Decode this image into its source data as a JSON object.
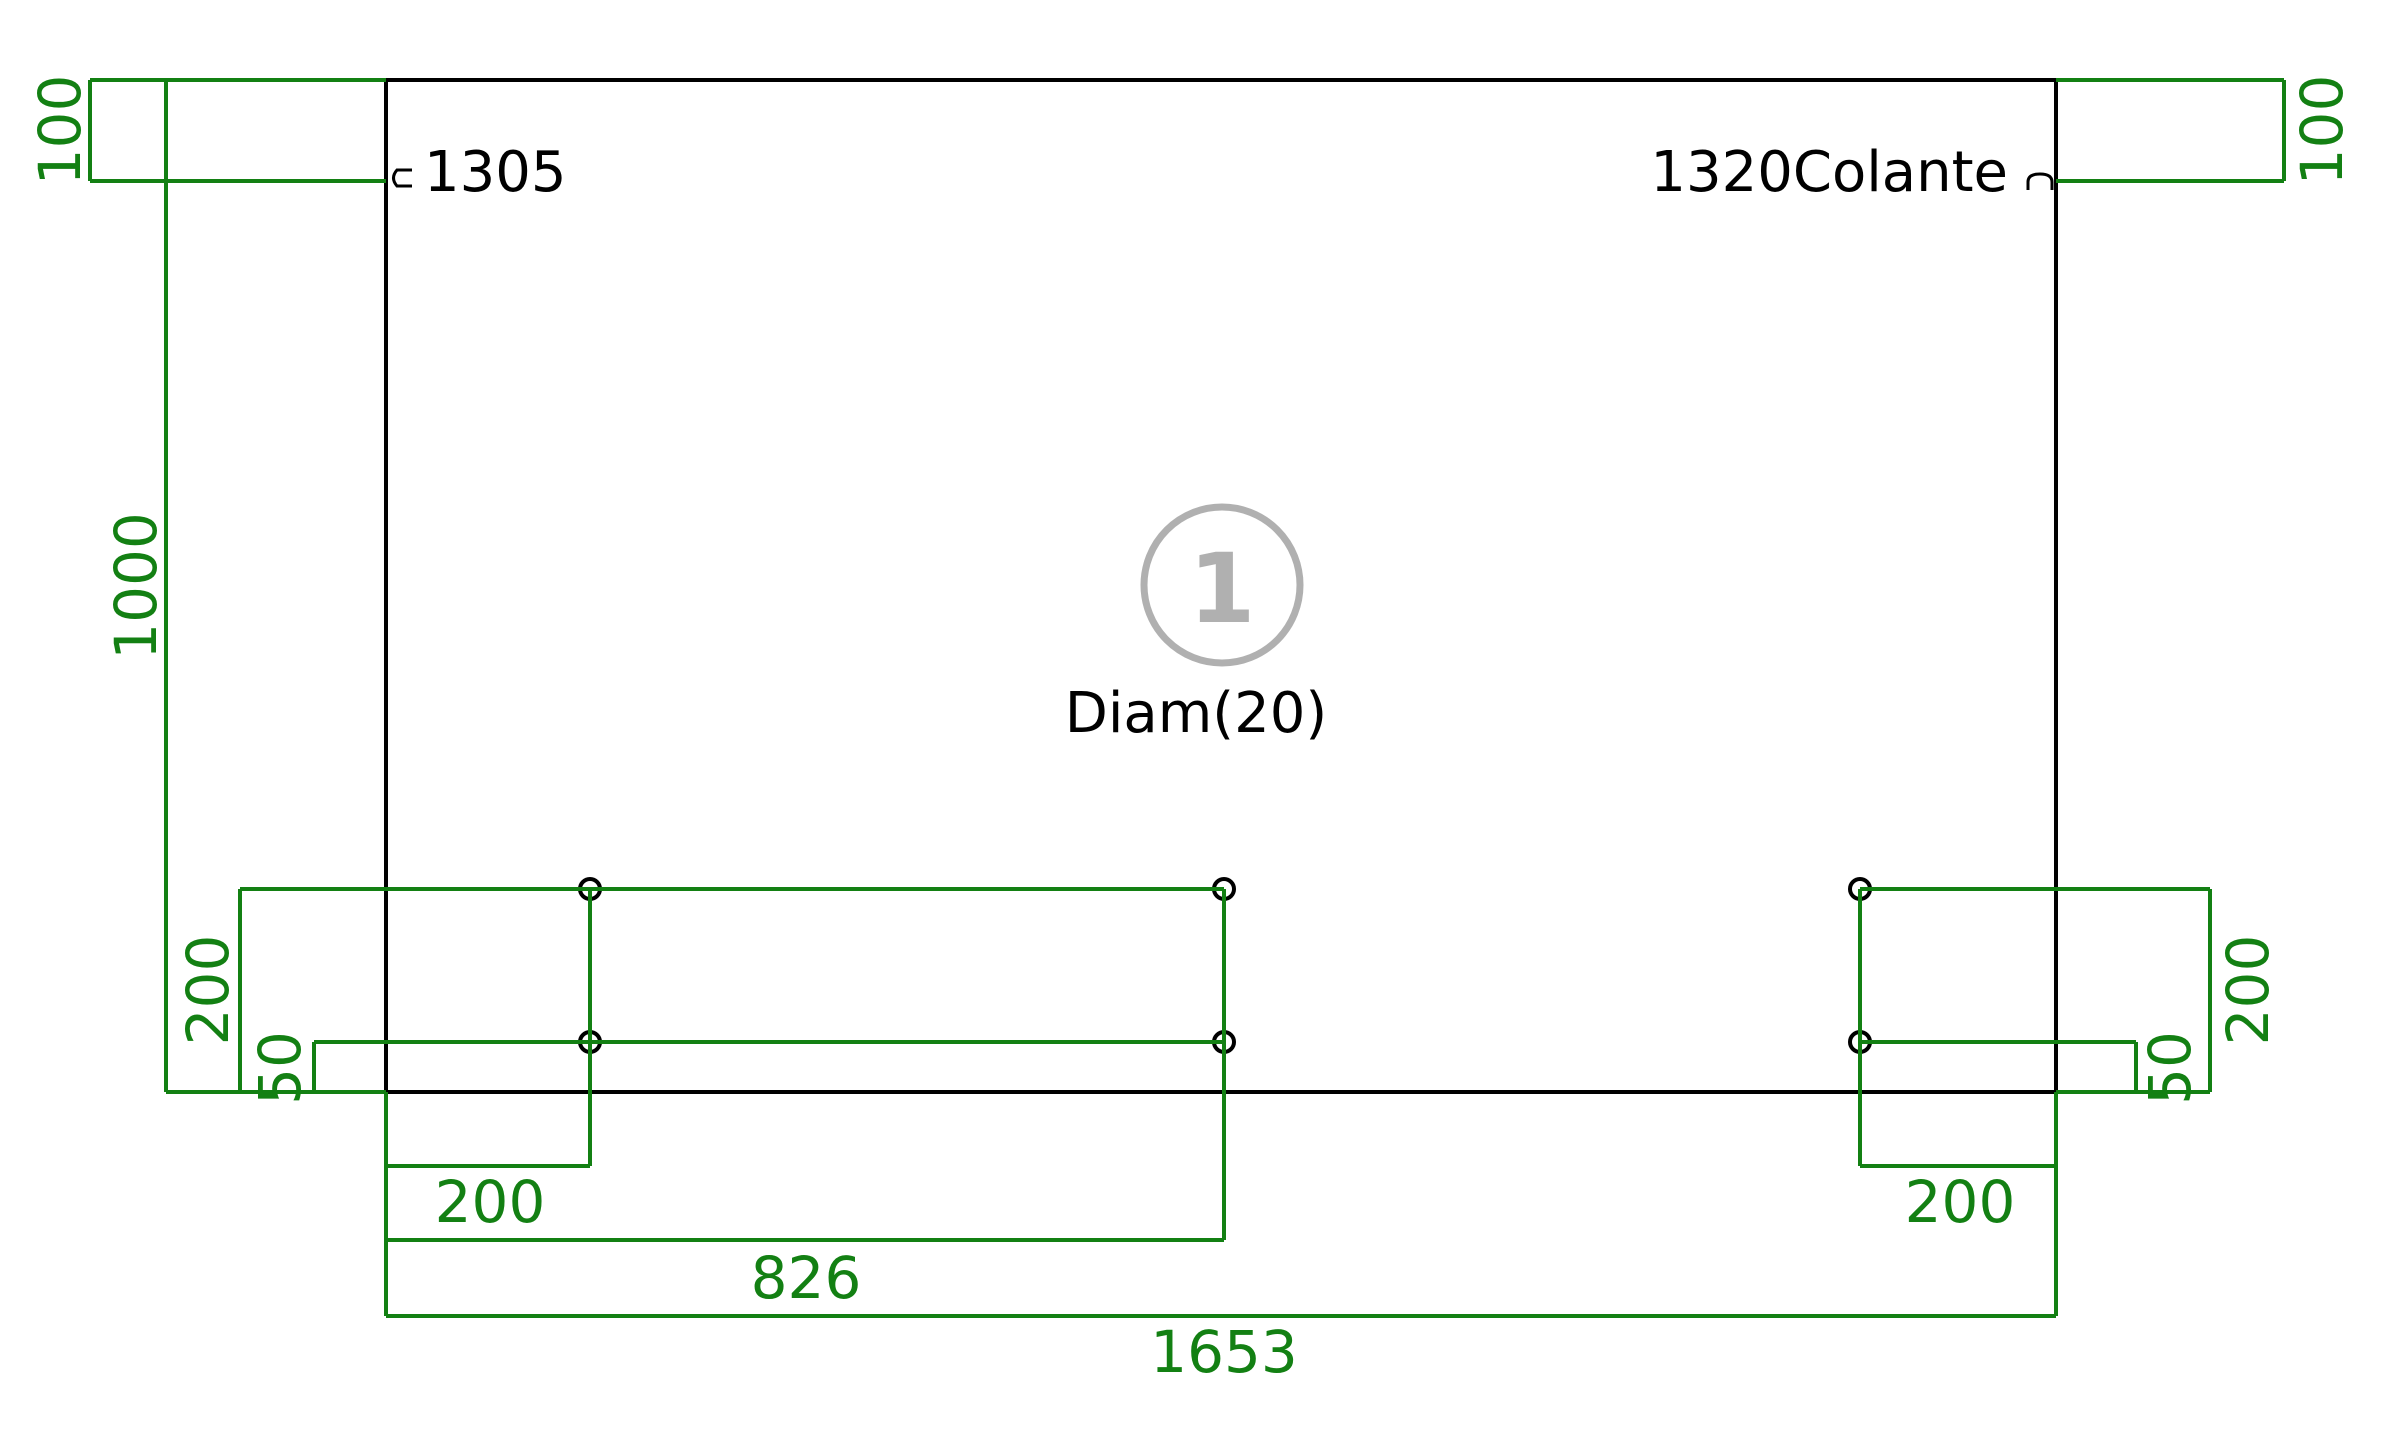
{
  "panel": {
    "label_left": "1305",
    "label_right": "1320Colante",
    "badge": "1",
    "hole_spec": "Diam(20)"
  },
  "dimensions": {
    "top_left_edge": "100",
    "top_right_edge": "100",
    "height": "1000",
    "left_row_upper": "200",
    "left_row_lower": "50",
    "right_row_upper": "200",
    "right_row_lower": "50",
    "bottom_left_offset": "200",
    "bottom_middle_offset": "826",
    "overall_width": "1653",
    "bottom_right_offset": "200"
  },
  "colors": {
    "dimension": "#138013",
    "outline": "#000000",
    "badge": "#b0b0b0"
  }
}
